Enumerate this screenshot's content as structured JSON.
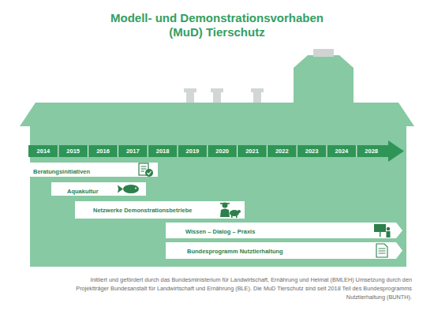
{
  "diagram": {
    "title": "Modell- und Demonstrationsvorhaben (MuD) Tierschutz",
    "caption": "Initiiert und gefördert durch das Bundesministerium für Landwirtschaft, Ernährung und Heimat (BMLEH) Umsetzung durch den Projektträger Bundesanstalt für Landwirtschaft und Ernährung (BLE). Die MuD Tierschutz sind seit 2018 Teil des Bundesprogramms Nutztierhaltung (BUNTH).",
    "nodes": [
      {
        "text": [
          "Beratungsinitiativen"
        ]
      },
      {
        "text": [
          "Aquakultur"
        ]
      },
      {
        "text": [
          "Netzwerke Demonstrationsbetriebe"
        ]
      },
      {
        "text": [
          "Wissen – Dialog – Praxis"
        ]
      },
      {
        "text": [
          "Bundesprogramm Nutztierhaltung"
        ]
      }
    ],
    "labels": [
      "2014",
      "2015",
      "2016",
      "2017",
      "2018",
      "2019",
      "2020",
      "2021",
      "2022",
      "2023",
      "2024",
      "2028"
    ]
  }
}
